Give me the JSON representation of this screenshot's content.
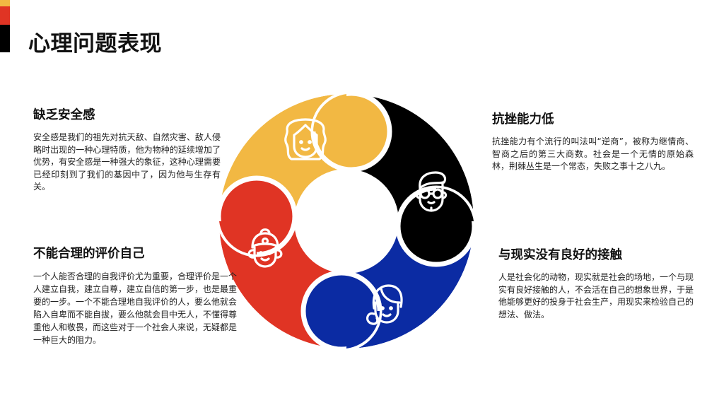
{
  "title": "心理问题表现",
  "accent_bar": {
    "colors": [
      "#F2B843",
      "#E03424",
      "#000000"
    ],
    "heights": [
      9,
      26,
      39
    ]
  },
  "ring": {
    "segments": [
      {
        "name": "yellow",
        "color": "#F2B843",
        "icon": "woman-curly-hair-icon"
      },
      {
        "name": "black",
        "color": "#000000",
        "icon": "man-glasses-icon"
      },
      {
        "name": "blue",
        "color": "#0B2BA3",
        "icon": "woman-bun-icon"
      },
      {
        "name": "red",
        "color": "#E03424",
        "icon": "child-flower-icon"
      }
    ]
  },
  "blocks": {
    "top_left": {
      "heading": "缺乏安全感",
      "body": "安全感是我们的祖先对抗天敌、自然灾害、敌人侵略时出现的一种心理特质，他为物种的延续增加了优势，有安全感是一种强大的象征，这种心理需要已经印刻到了我们的基因中了，因为他与生存有关。"
    },
    "bottom_left": {
      "heading": "不能合理的评价自己",
      "body": "一个人能否合理的自我评价尤为重要，合理评价是一个人建立自我，建立自尊，建立自信的第一步，也是最重要的一步。一个不能合理地自我评价的人，要么他就会陷入自卑而不能自拔，要么他就会目中无人，不懂得尊重他人和敬畏，而这些对于一个社会人来说，无疑都是一种巨大的阻力。"
    },
    "top_right": {
      "heading": "抗挫能力低",
      "body": "抗挫能力有个流行的叫法叫“逆商”，被称为继情商、智商之后的第三大商数。社会是一个无情的原始森林，荆棘丛生是一个常态，失败之事十之八九。"
    },
    "bottom_right": {
      "heading": "与现实没有良好的接触",
      "body": "人是社会化的动物，现实就是社会的场地，一个与现实有良好接触的人，不会活在自己的想象世界，于是他能够更好的投身于社会生产，用现实来检验自己的想法、做法。"
    }
  }
}
